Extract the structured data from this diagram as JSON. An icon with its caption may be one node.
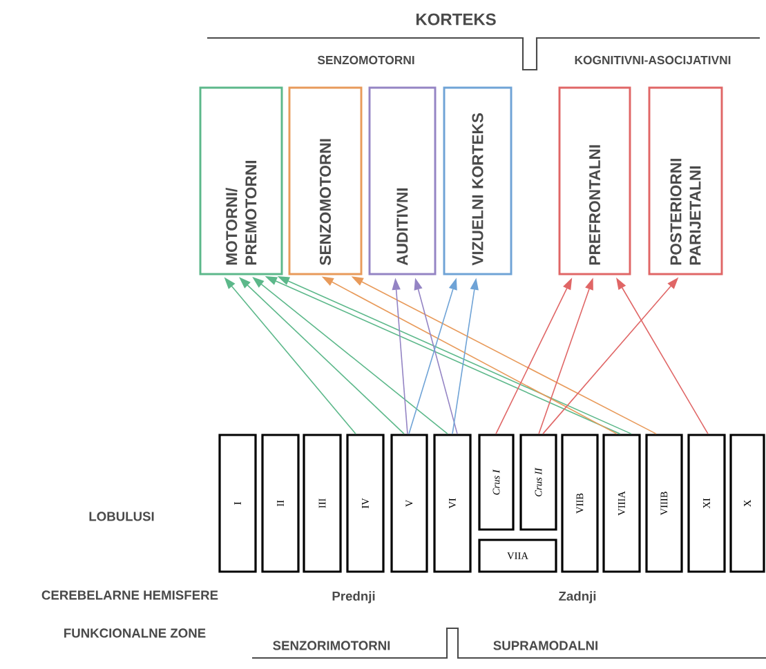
{
  "diagram": {
    "nodes": [
      {
        "text": [
          "MOTORNI/ PREMOTORNI"
        ]
      },
      {
        "text": [
          "SENZOMOTORNI"
        ]
      },
      {
        "text": [
          "AUDITIVNI"
        ]
      },
      {
        "text": [
          "VIZUELNI KORTEKS"
        ]
      },
      {
        "text": [
          "PREFRONTALNI"
        ]
      },
      {
        "text": [
          "POSTERIORNI PARIJETALNI"
        ]
      },
      {
        "text": [
          "I"
        ]
      },
      {
        "text": [
          "II"
        ]
      },
      {
        "text": [
          "III"
        ]
      },
      {
        "text": [
          "IV"
        ]
      },
      {
        "text": [
          "V"
        ]
      },
      {
        "text": [
          "VI"
        ]
      },
      {
        "text": [
          "*Crus I*"
        ]
      },
      {
        "text": [
          "*Crus II*"
        ]
      },
      {
        "text": [
          "VIIA"
        ]
      },
      {
        "text": [
          "VIIB"
        ]
      },
      {
        "text": [
          "VIIIA"
        ]
      },
      {
        "text": [
          "VIIIB"
        ]
      },
      {
        "text": [
          "XI"
        ]
      },
      {
        "text": [
          "X"
        ]
      }
    ],
    "edges": [
      {
        "from": 9,
        "to": 0,
        "arrow": "to",
        "color": "#5cb88a"
      },
      {
        "from": 10,
        "to": 0,
        "arrow": "to",
        "color": "#5cb88a"
      },
      {
        "from": 11,
        "to": 0,
        "arrow": "to",
        "color": "#5cb88a"
      },
      {
        "from": 16,
        "to": 0,
        "arrow": "to",
        "color": "#5cb88a"
      },
      {
        "from": 16,
        "to": 0,
        "arrow": "to",
        "color": "#5cb88a"
      },
      {
        "from": 16,
        "to": 1,
        "arrow": "to",
        "color": "#e89a5a"
      },
      {
        "from": 17,
        "to": 1,
        "arrow": "to",
        "color": "#e89a5a"
      },
      {
        "from": 10,
        "to": 2,
        "arrow": "to",
        "color": "#9484c4"
      },
      {
        "from": 11,
        "to": 2,
        "arrow": "to",
        "color": "#9484c4"
      },
      {
        "from": 10,
        "to": 3,
        "arrow": "to",
        "color": "#6fa3d6"
      },
      {
        "from": 11,
        "to": 3,
        "arrow": "to",
        "color": "#6fa3d6"
      },
      {
        "from": 12,
        "to": 4,
        "arrow": "to",
        "color": "#e06666"
      },
      {
        "from": 13,
        "to": 4,
        "arrow": "to",
        "color": "#e06666"
      },
      {
        "from": 13,
        "to": 5,
        "arrow": "to",
        "color": "#e06666"
      },
      {
        "from": 18,
        "to": 4,
        "arrow": "to",
        "color": "#e06666"
      }
    ],
    "labels": [
      "KORTEKS",
      "SENZOMOTORNI",
      "KOGNITIVNI-ASOCIJATIVNI",
      "LOBULUSI",
      "CEREBELARNE HEMISFERE",
      "Prednji",
      "Zadnji",
      "FUNKCIONALNE ZONE",
      "SENZORIMOTORNI",
      "SUPRAMODALNI"
    ]
  }
}
